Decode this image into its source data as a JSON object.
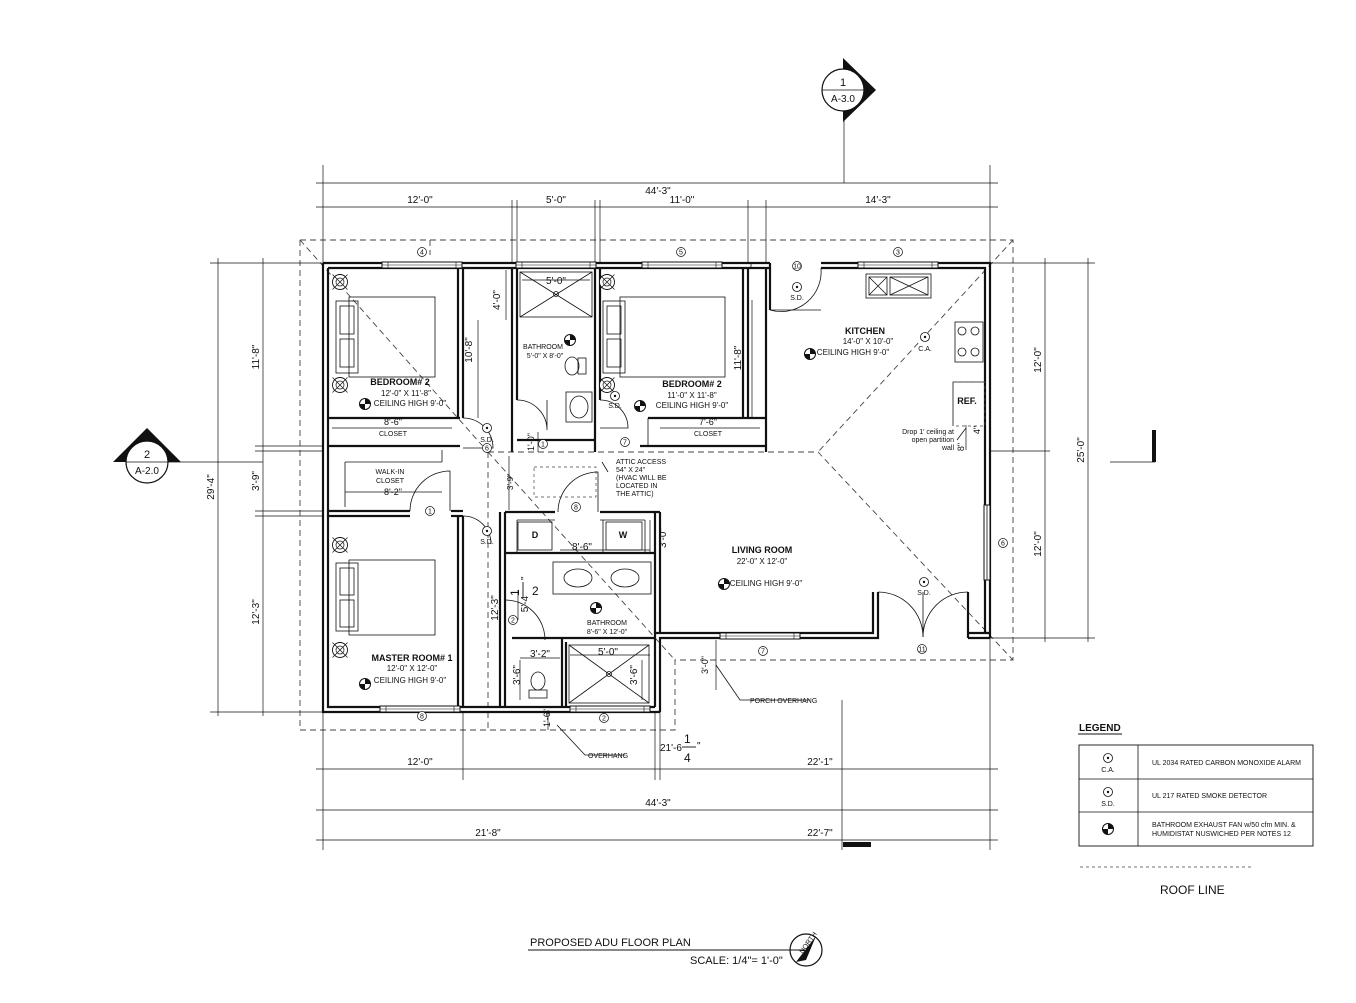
{
  "plan": {
    "title": "PROPOSED ADU FLOOR PLAN",
    "scale": "SCALE: 1/4\"= 1'-0\"",
    "north_label": "NORTH",
    "roof_line_label": "ROOF LINE"
  },
  "section_markers": {
    "top": {
      "number": "1",
      "sheet": "A-3.0"
    },
    "left": {
      "number": "2",
      "sheet": "A-2.0"
    }
  },
  "dimensions": {
    "top_overall": "44'-3\"",
    "top_segments": [
      "12'-0\"",
      "5'-0\"",
      "11'-0\"",
      "14'-3\""
    ],
    "bottom_segments": [
      "12'-0\"",
      "22'-1\""
    ],
    "bottom_overall": "44'-3\"",
    "bottom_halves": [
      "21'-8\"",
      "22'-7\""
    ],
    "bottom_mid_whole": "21'-6",
    "bottom_mid_num": "1",
    "bottom_mid_den": "4",
    "bottom_mid_inch": "\"",
    "left_overall": "29'-4\"",
    "left_segments": [
      "11'-8\"",
      "3'-9\"",
      "12'-3\""
    ],
    "right_overall": "25'-0\"",
    "right_segments": [
      "12'-0\"",
      "12'-0\""
    ],
    "bedroom2_left_height": "10'-8\"",
    "bedroom2_right_height": "11'-8\"",
    "bath1_top": "4'-0\"",
    "bath1_width": "5'-0\"",
    "closet_width_a": "8'-6\"",
    "closet_width_b": "7'-6\"",
    "walkin_width": "8'-2\"",
    "hall_3_9": "3'-9\"",
    "hall_1_0": "1'-0\"",
    "laundry_width": "8'-6\"",
    "laundry_height": "3'-0\"",
    "bath2_height": "12'-3\"",
    "bath2_5_4_whole": "5'-4",
    "bath2_5_4_num": "1",
    "bath2_5_4_den": "2",
    "bath2_5_4_inch": "\"",
    "toilet_w": "3'-2\"",
    "toilet_h": "3'-6\"",
    "shower_w": "5'-0\"",
    "shower_h": "3'-6\"",
    "overhang_1_6": "1'-6\"",
    "porch_3_0": "3'-0\"",
    "kitchen_drop": "4\"",
    "kitchen_drop_b": "8\""
  },
  "rooms": {
    "bedroom_a": {
      "name": "BEDROOM# 2",
      "size": "12'-0\" X 11'-8\"",
      "ceiling": "CEILING HIGH 9'-0\"",
      "closet": "CLOSET"
    },
    "bedroom_b": {
      "name": "BEDROOM# 2",
      "size": "11'-0\" X 11'-8\"",
      "ceiling": "CEILING HIGH 9'-0\"",
      "closet": "CLOSET"
    },
    "bath1": {
      "name": "BATHROOM",
      "size": "5'-0\" X 8'-0\""
    },
    "kitchen": {
      "name": "KITCHEN",
      "size": "14'-0\" X 10'-0\"",
      "ceiling": "CEILING HIGH 9'-0\""
    },
    "living": {
      "name": "LIVING ROOM",
      "size": "22'-0\" X 12'-0\"",
      "ceiling": "CEILING HIGH 9'-0\""
    },
    "master": {
      "name": "MASTER ROOM# 1",
      "size": "12'-0\" X 12'-0\"",
      "ceiling": "CEILING HIGH 9'-0\""
    },
    "bath2": {
      "name": "BATHROOM",
      "size": "8'-6\" X 12'-0\""
    },
    "walkin": {
      "line1": "WALK-IN",
      "line2": "CLOSET"
    }
  },
  "notes": {
    "attic": [
      "ATTIC ACCESS",
      "54\" X 24\"",
      "(HVAC WILL BE",
      "LOCATED IN",
      "THE ATTIC)"
    ],
    "porch_overhang": "PORCH OVERHANG",
    "overhang": "OVERHANG",
    "drop_ceiling": [
      "Drop 1' ceiling at",
      "open partition",
      "wall"
    ],
    "ref": "REF.",
    "washer": "W",
    "dryer": "D"
  },
  "symbols": {
    "sd": "S.D.",
    "ca": "C.A."
  },
  "tags": {
    "windows": [
      "4",
      "5",
      "3",
      "6",
      "7",
      "8",
      "2"
    ],
    "doors": [
      "10",
      "1",
      "7",
      "6",
      "8",
      "1",
      "2",
      "11"
    ]
  },
  "legend": {
    "title": "LEGEND",
    "rows": [
      {
        "symbol": "C.A.",
        "text": "UL 2034 RATED CARBON MONOXIDE ALARM",
        "icon": "co-alarm-icon"
      },
      {
        "symbol": "S.D.",
        "text": "UL 217 RATED SMOKE DETECTOR",
        "icon": "smoke-detector-icon"
      },
      {
        "symbol": "",
        "text": "BATHROOM EXHAUST FAN w/50 cfm MIN. & HUMIDISTAT NUSWICHED PER NOTES 12",
        "text_line1": "BATHROOM EXHAUST FAN w/50 cfm MIN. &",
        "text_line2": "HUMIDISTAT NUSWICHED PER NOTES 12",
        "icon": "exhaust-fan-icon"
      }
    ]
  }
}
